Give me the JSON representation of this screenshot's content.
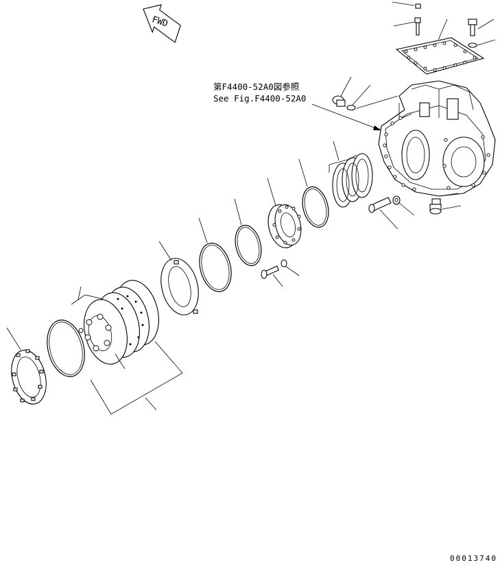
{
  "diagram": {
    "reference_jp": "第F4400-52A0図参照",
    "reference_en": "See Fig.F4400-52A0",
    "direction_label": "FWD",
    "sheet_number": "00013740"
  }
}
